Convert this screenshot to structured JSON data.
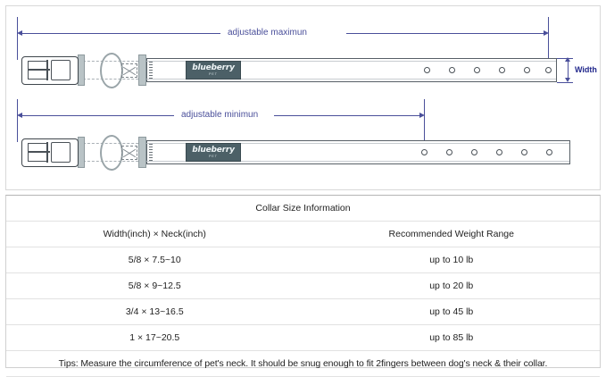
{
  "diagram": {
    "top": {
      "dimension_label": "adjustable maximun",
      "width_label": "Width",
      "logo": {
        "main": "blueberry",
        "sub": "PET"
      },
      "holes": 6
    },
    "bottom": {
      "dimension_label": "adjustable minimun",
      "logo": {
        "main": "blueberry",
        "sub": "PET"
      },
      "holes": 6
    }
  },
  "table": {
    "title": "Collar Size Information",
    "headers": [
      "Width(inch) ×  Neck(inch)",
      "Recommended Weight Range"
    ],
    "rows": [
      {
        "size": "5/8 × 7.5~10",
        "weight": "up to 10 lb"
      },
      {
        "size": "5/8 × 9~12.5",
        "weight": "up to 20 lb"
      },
      {
        "size": "3/4 × 13~16.5",
        "weight": "up to 45 lb"
      },
      {
        "size": "1 × 17~20.5",
        "weight": "up to 85 lb"
      }
    ],
    "tips": "Tips: Measure the circumference of pet's neck. It should be snug enough to fit 2fingers between dog's neck & their collar."
  },
  "colors": {
    "dimension": "#4a4f9a",
    "strap_outline": "#575f66",
    "keeper": "#b9c3c6",
    "logo_patch": "#4c6067"
  }
}
